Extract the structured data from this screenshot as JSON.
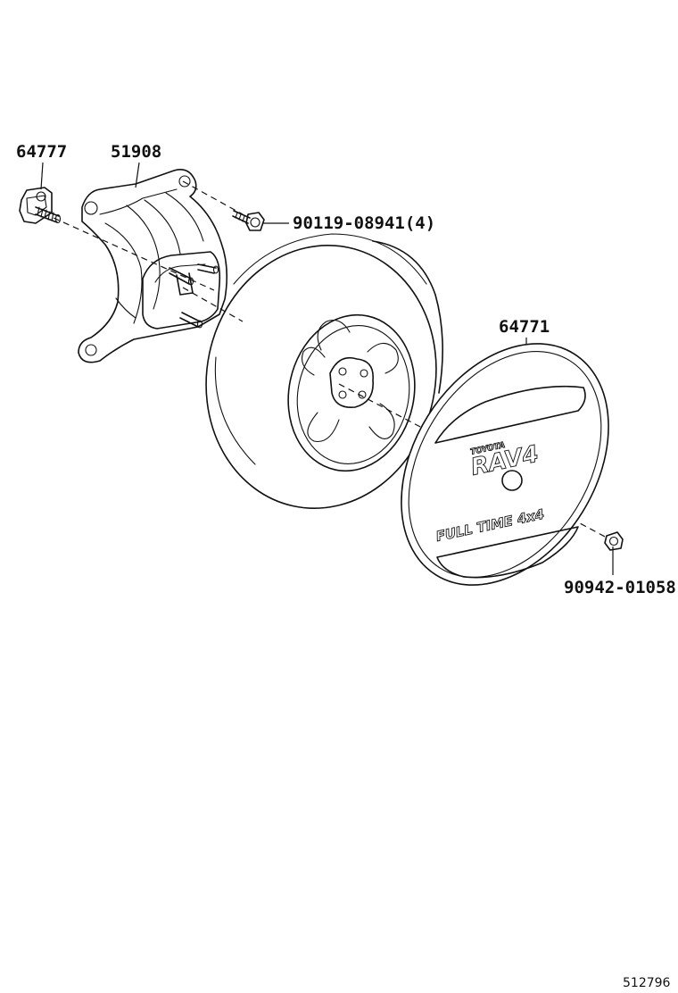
{
  "parts": [
    {
      "number": "64777"
    },
    {
      "number": "51908"
    },
    {
      "number": "90119-08941(4)"
    },
    {
      "number": "64771"
    },
    {
      "number": "90942-01058"
    }
  ],
  "cover_emblem": {
    "brand": "TOYOTA",
    "model": "RAV4",
    "badge": "FULL TIME 4x4"
  },
  "illustration_number": "512796"
}
